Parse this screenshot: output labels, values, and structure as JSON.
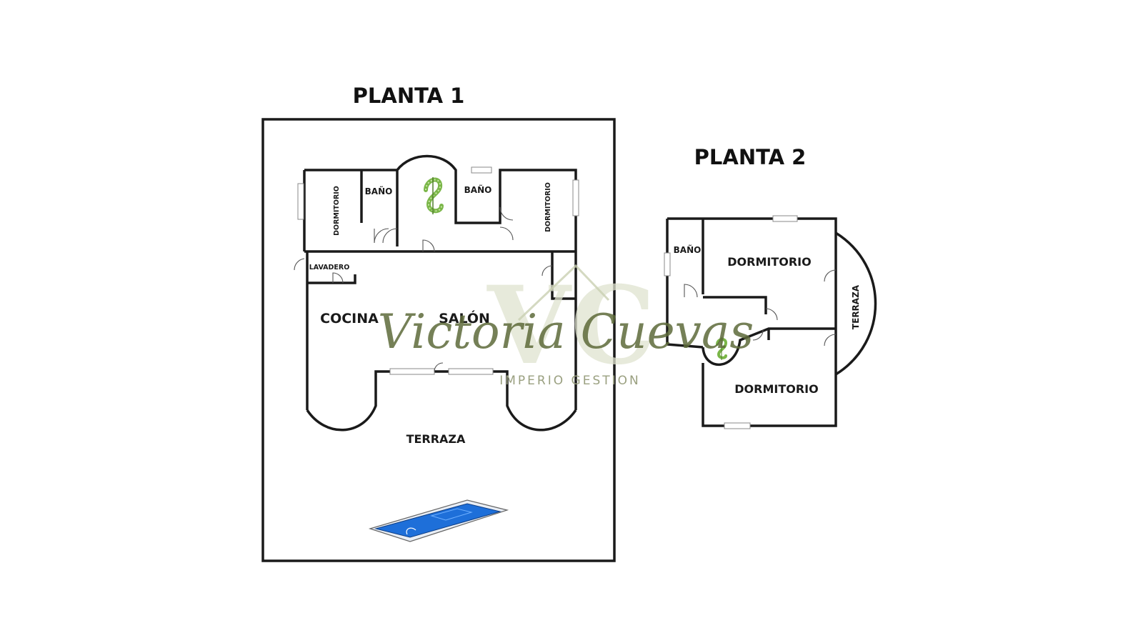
{
  "floors": {
    "planta1": {
      "title": "PLANTA 1",
      "rooms": {
        "dormitorio_left": "DORMITORIO",
        "bano_left": "BAÑO",
        "bano_right": "BAÑO",
        "dormitorio_right": "DORMITORIO",
        "lavadero": "LAVADERO",
        "cocina": "COCINA",
        "salon": "SALÓN",
        "terraza": "TERRAZA"
      }
    },
    "planta2": {
      "title": "PLANTA 2",
      "rooms": {
        "bano": "BAÑO",
        "dormitorio_top": "DORMITORIO",
        "terraza": "TERRAZA",
        "dormitorio_bottom": "DORMITORIO"
      }
    }
  },
  "watermark": {
    "monogram": "VC",
    "script": "Victoria Cuevas",
    "tagline": "IMPERIO GESTION"
  },
  "colors": {
    "walls": "#1a1a1a",
    "pool_water": "#1e6fd9",
    "stairs": "#7ab648",
    "watermark_script": "#5e6b3a",
    "watermark_monogram": "#dfe3cf"
  },
  "icons": [
    "spiral-stair-icon",
    "pool-icon"
  ]
}
